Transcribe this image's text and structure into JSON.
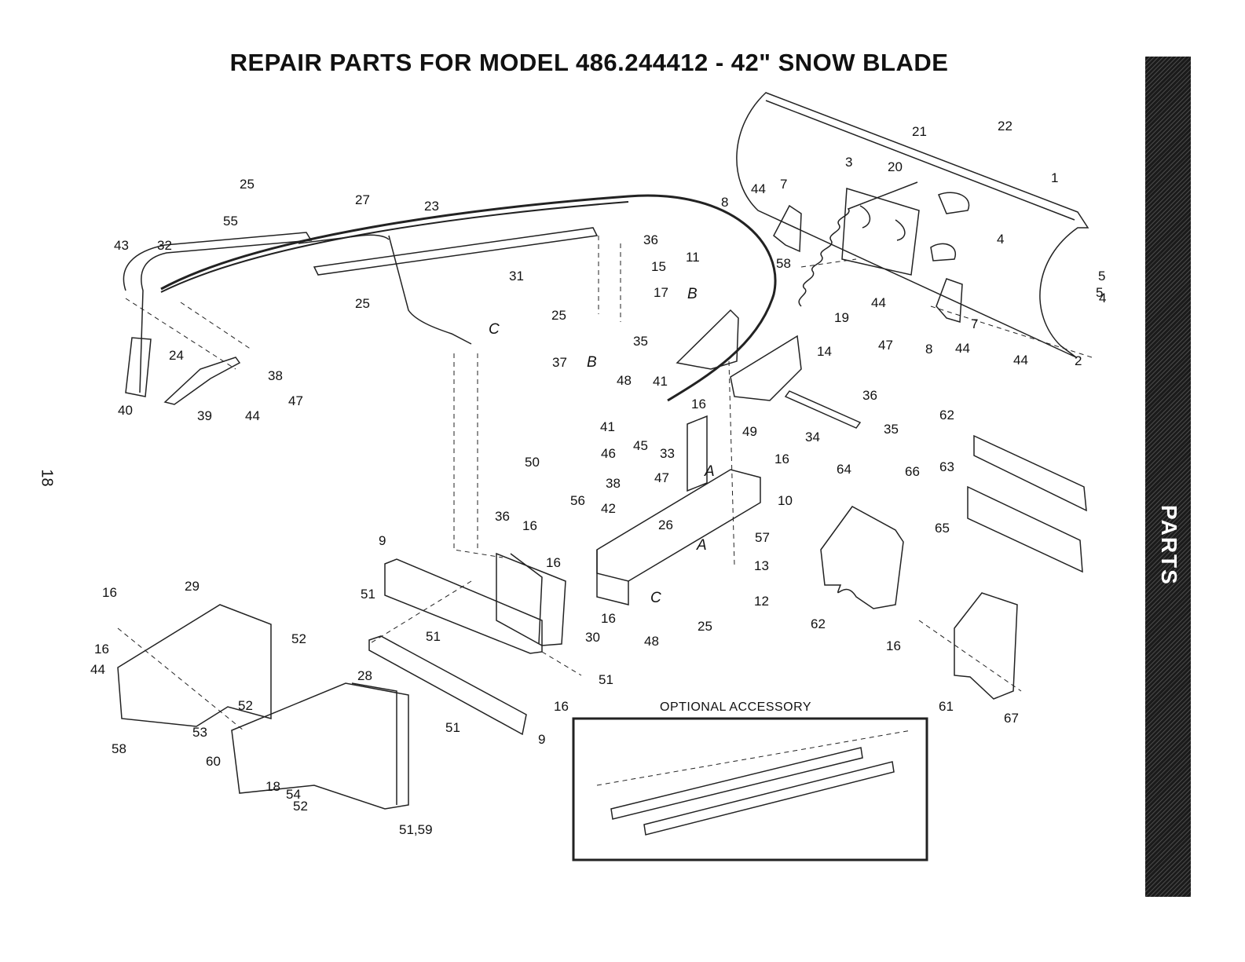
{
  "page": {
    "title": "REPAIR PARTS FOR MODEL 486.244412 - 42\" SNOW BLADE",
    "page_number": "18",
    "side_tab": "PARTS",
    "optional_accessory": "OPTIONAL ACCESSORY"
  },
  "callouts": [
    {
      "text": "1"
    },
    {
      "text": "2"
    },
    {
      "text": "3"
    },
    {
      "text": "4"
    },
    {
      "text": "4"
    },
    {
      "text": "5"
    },
    {
      "text": "5"
    },
    {
      "text": "7"
    },
    {
      "text": "7"
    },
    {
      "text": "8"
    },
    {
      "text": "8"
    },
    {
      "text": "9"
    },
    {
      "text": "9"
    },
    {
      "text": "10"
    },
    {
      "text": "11"
    },
    {
      "text": "12"
    },
    {
      "text": "13"
    },
    {
      "text": "14"
    },
    {
      "text": "15"
    },
    {
      "text": "16"
    },
    {
      "text": "16"
    },
    {
      "text": "16"
    },
    {
      "text": "16"
    },
    {
      "text": "16"
    },
    {
      "text": "16"
    },
    {
      "text": "16"
    },
    {
      "text": "16"
    },
    {
      "text": "16"
    },
    {
      "text": "17"
    },
    {
      "text": "18"
    },
    {
      "text": "19"
    },
    {
      "text": "20"
    },
    {
      "text": "21"
    },
    {
      "text": "22"
    },
    {
      "text": "23"
    },
    {
      "text": "24"
    },
    {
      "text": "25"
    },
    {
      "text": "25"
    },
    {
      "text": "25"
    },
    {
      "text": "25"
    },
    {
      "text": "26"
    },
    {
      "text": "27"
    },
    {
      "text": "28"
    },
    {
      "text": "29"
    },
    {
      "text": "30"
    },
    {
      "text": "31"
    },
    {
      "text": "32"
    },
    {
      "text": "33"
    },
    {
      "text": "34"
    },
    {
      "text": "35"
    },
    {
      "text": "35"
    },
    {
      "text": "36"
    },
    {
      "text": "36"
    },
    {
      "text": "36"
    },
    {
      "text": "37"
    },
    {
      "text": "38"
    },
    {
      "text": "38"
    },
    {
      "text": "39"
    },
    {
      "text": "40"
    },
    {
      "text": "41"
    },
    {
      "text": "41"
    },
    {
      "text": "42"
    },
    {
      "text": "43"
    },
    {
      "text": "44"
    },
    {
      "text": "44"
    },
    {
      "text": "44"
    },
    {
      "text": "44"
    },
    {
      "text": "44"
    },
    {
      "text": "44"
    },
    {
      "text": "45"
    },
    {
      "text": "46"
    },
    {
      "text": "47"
    },
    {
      "text": "47"
    },
    {
      "text": "47"
    },
    {
      "text": "48"
    },
    {
      "text": "48"
    },
    {
      "text": "49"
    },
    {
      "text": "50"
    },
    {
      "text": "51"
    },
    {
      "text": "51"
    },
    {
      "text": "51"
    },
    {
      "text": "51"
    },
    {
      "text": "51,59"
    },
    {
      "text": "52"
    },
    {
      "text": "52"
    },
    {
      "text": "52"
    },
    {
      "text": "53"
    },
    {
      "text": "54"
    },
    {
      "text": "55"
    },
    {
      "text": "56"
    },
    {
      "text": "57"
    },
    {
      "text": "58"
    },
    {
      "text": "58"
    },
    {
      "text": "60"
    },
    {
      "text": "61"
    },
    {
      "text": "62"
    },
    {
      "text": "62"
    },
    {
      "text": "63"
    },
    {
      "text": "64"
    },
    {
      "text": "65"
    },
    {
      "text": "66"
    },
    {
      "text": "67"
    }
  ],
  "reference_letters": [
    {
      "text": "A"
    },
    {
      "text": "A"
    },
    {
      "text": "B"
    },
    {
      "text": "B"
    },
    {
      "text": "C"
    },
    {
      "text": "C"
    }
  ]
}
